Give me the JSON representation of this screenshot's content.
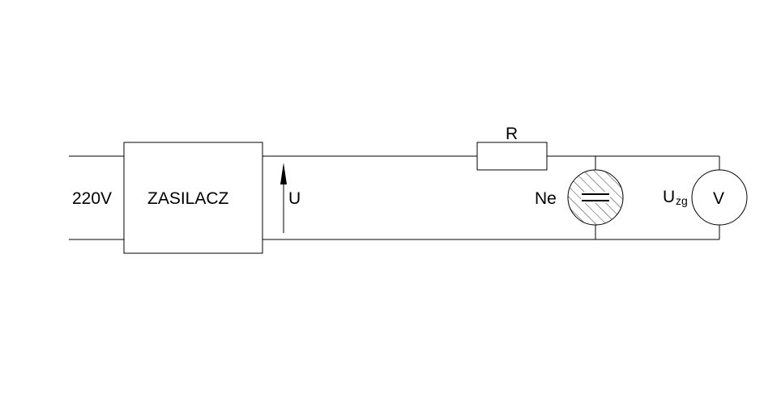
{
  "diagram": {
    "input_voltage_label": "220V",
    "power_supply_label": "ZASILACZ",
    "voltage_label": "U",
    "resistor_label": "R",
    "neon_lamp_label": "Ne",
    "ignition_voltage_symbol": "U",
    "ignition_voltage_subscript": "zg",
    "voltmeter_label": "V"
  }
}
